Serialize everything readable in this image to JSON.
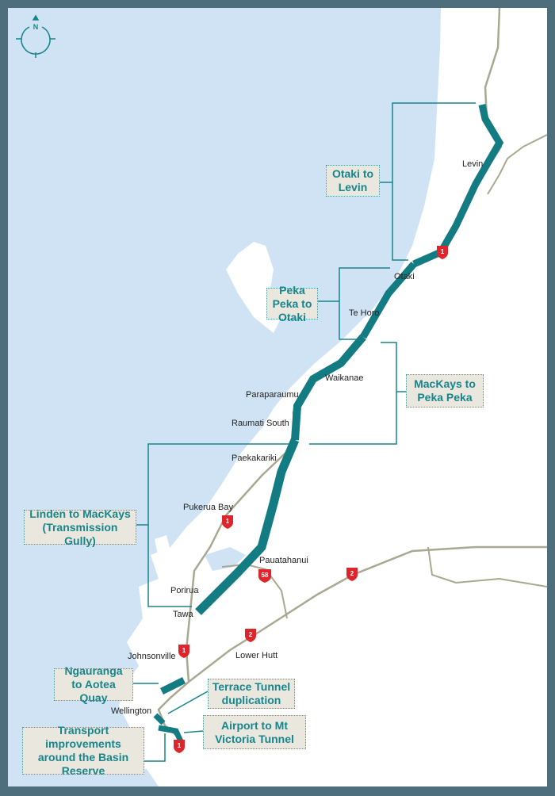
{
  "compass": {
    "label": "N"
  },
  "colors": {
    "sea": "#cfe3f5",
    "land": "#ffffff",
    "border": "#4e6e7e",
    "highway": "#137b82",
    "road": "#a9a892",
    "shield": "#e0242b",
    "label_text": "#17858c"
  },
  "projects": [
    {
      "label": "Otaki to Levin"
    },
    {
      "label": "Peka Peka to Otaki"
    },
    {
      "label": "MacKays to Peka Peka"
    },
    {
      "label": "Linden to MacKays (Transmission Gully)"
    },
    {
      "label": "Ngauranga to Aotea Quay"
    },
    {
      "label": "Terrace Tunnel duplication"
    },
    {
      "label": "Airport to Mt Victoria Tunnel"
    },
    {
      "label": "Transport improvements around the Basin Reserve"
    }
  ],
  "towns": [
    "Levin",
    "Otaki",
    "Te Horo",
    "Waikanae",
    "Paraparaumu",
    "Raumati South",
    "Paekakariki",
    "Pukerua Bay",
    "Pauatahanui",
    "Porirua",
    "Tawa",
    "Johnsonville",
    "Lower Hutt",
    "Wellington"
  ],
  "shields": [
    "1",
    "1",
    "58",
    "2",
    "2",
    "1",
    "1"
  ]
}
